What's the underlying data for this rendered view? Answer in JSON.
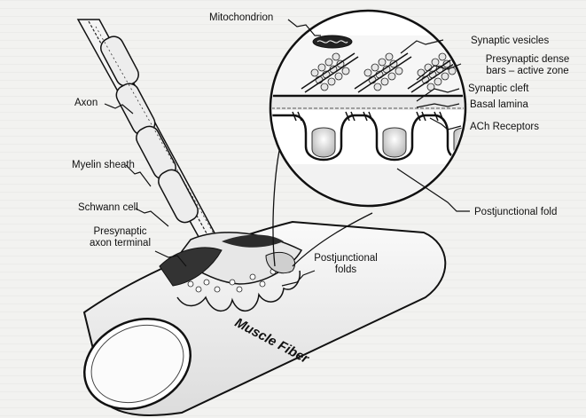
{
  "labels": {
    "mitochondrion": "Mitochondrion",
    "synaptic_vesicles": "Synaptic vesicles",
    "presynaptic_dense_line1": "Presynaptic dense",
    "presynaptic_dense_line2": "bars – active zone",
    "synaptic_cleft": "Synaptic cleft",
    "basal_lamina": "Basal lamina",
    "ach_receptors": "ACh Receptors",
    "postjunctional_fold": "Postjunctional fold",
    "axon": "Axon",
    "myelin_sheath": "Myelin sheath",
    "schwann_cell": "Schwann cell",
    "presynaptic_terminal_line1": "Presynaptic",
    "presynaptic_terminal_line2": "axon terminal",
    "postjunctional_folds_line1": "Postjunctional",
    "postjunctional_folds_line2": "folds",
    "muscle_fiber": "Muscle Fiber"
  }
}
